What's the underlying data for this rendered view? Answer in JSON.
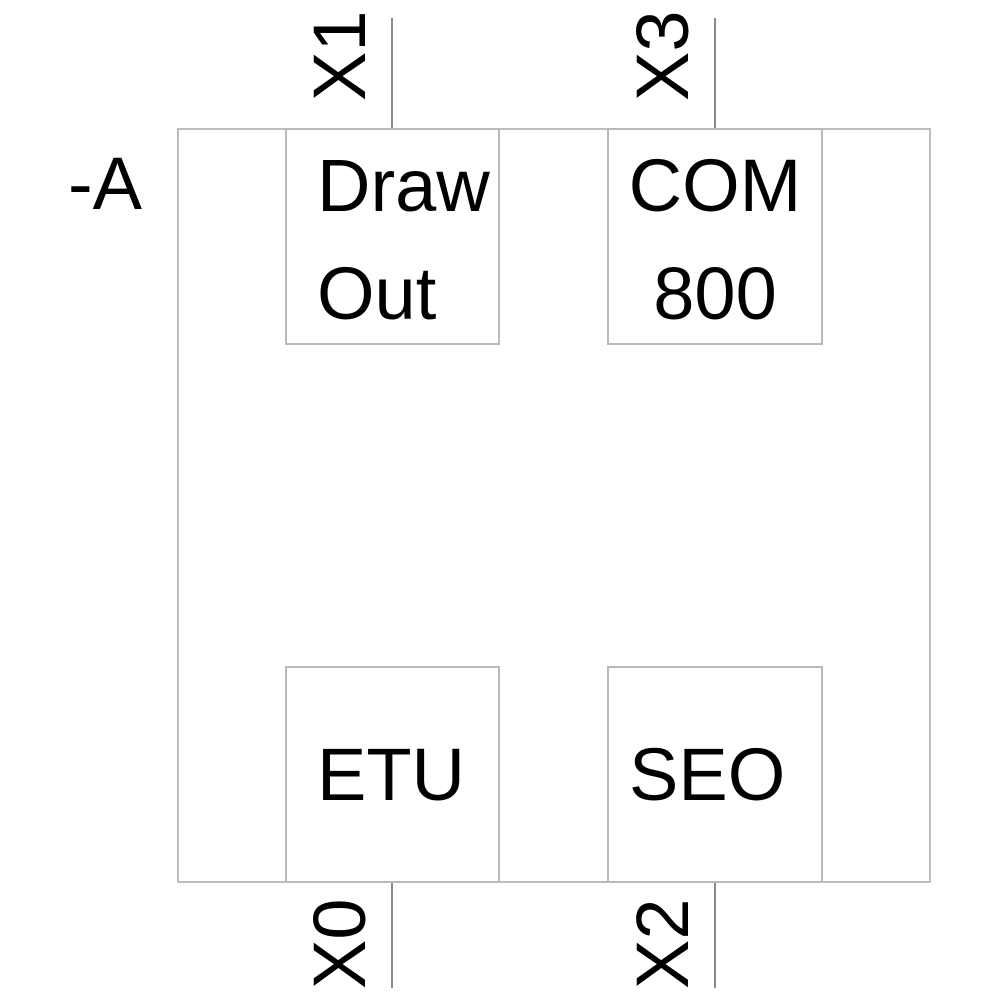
{
  "diagram": {
    "device_tag": "-A",
    "blocks": {
      "draw_out": {
        "line1": "Draw",
        "line2": "Out"
      },
      "com_800": {
        "line1": "COM",
        "line2": "800"
      },
      "etu": {
        "label": "ETU"
      },
      "seo": {
        "label": "SEO"
      }
    },
    "terminals": {
      "x1": {
        "label": "X1",
        "position": "top-left"
      },
      "x3": {
        "label": "X3",
        "position": "top-right"
      },
      "x0": {
        "label": "X0",
        "position": "bottom-left"
      },
      "x2": {
        "label": "X2",
        "position": "bottom-right"
      }
    },
    "colors": {
      "outline_border": "#bdbdbd",
      "block_border": "#b9b9b9",
      "connector_line": "#8a8a8a",
      "text": "#000000",
      "background": "#ffffff"
    }
  }
}
